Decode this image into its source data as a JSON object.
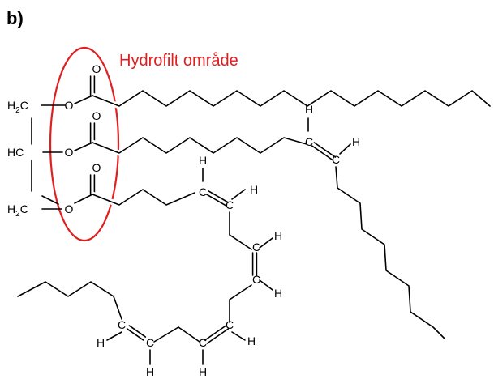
{
  "figure": {
    "panel_label": "b)",
    "annotation": "Hydrofilt område",
    "annotation_color": "#e02020",
    "line_color": "#000000",
    "atoms": {
      "O": "O",
      "C": "C",
      "H": "H",
      "H2C": "H",
      "H2C_sub": "2",
      "H2C_tail": "C",
      "HC": "HC"
    }
  }
}
